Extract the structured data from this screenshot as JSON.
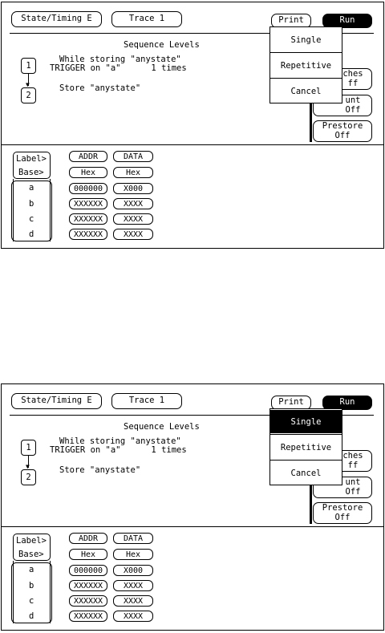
{
  "header": {
    "state_timing_label": "State/Timing E",
    "trace_label": "Trace 1",
    "print_label": "Print",
    "run_label": "Run"
  },
  "sequence": {
    "title": "Sequence Levels",
    "level1_number": "1",
    "level1_line1": "While storing \"anystate\"",
    "level1_line2": "TRIGGER on \"a\"      1 times",
    "level2_number": "2",
    "level2_line1": "Store \"anystate\""
  },
  "side_buttons": {
    "branches_line1": "ches",
    "branches_line2": "ff",
    "count_line1": "unt",
    "count_line2": "Off",
    "prestore_line1": "Prestore",
    "prestore_line2": "Off"
  },
  "run_menu": {
    "items": [
      "Single",
      "Repetitive",
      "Cancel"
    ]
  },
  "screen2_selected_item": "Single",
  "format": {
    "label_heading": "Label>",
    "base_heading": "Base>",
    "columns": [
      {
        "label": "ADDR",
        "base": "Hex"
      },
      {
        "label": "DATA",
        "base": "Hex"
      }
    ],
    "rows": [
      {
        "name": "a",
        "addr": "000000",
        "data": "X000"
      },
      {
        "name": "b",
        "addr": "XXXXXX",
        "data": "XXXX"
      },
      {
        "name": "c",
        "addr": "XXXXXX",
        "data": "XXXX"
      },
      {
        "name": "d",
        "addr": "XXXXXX",
        "data": "XXXX"
      }
    ]
  }
}
